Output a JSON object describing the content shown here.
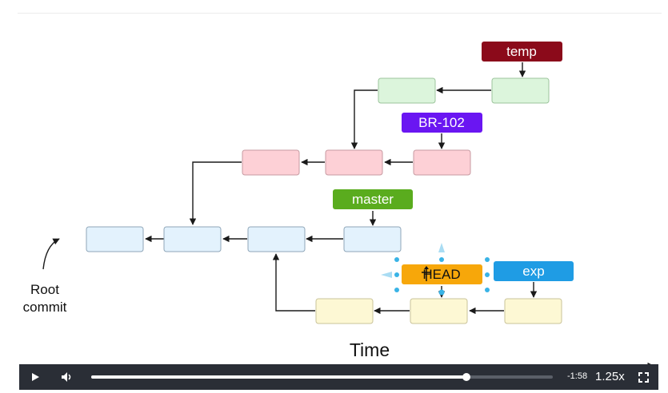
{
  "diagram": {
    "labels": {
      "temp": "temp",
      "br102": "BR-102",
      "master": "master",
      "exp": "exp",
      "head": "HEAD"
    },
    "colors": {
      "temp": "#8b0a1a",
      "br102": "#6a16f2",
      "master": "#5aac1e",
      "exp": "#1f9ce4",
      "head": "#f7a70a"
    },
    "root_note_line1": "Root",
    "root_note_line2": "commit",
    "axis_label": "Time"
  },
  "player": {
    "play_icon": "play-icon",
    "volume_icon": "volume-icon",
    "progress": 0.813,
    "time_remaining": "-1:58",
    "playback_rate": "1.25x",
    "fullscreen_icon": "fullscreen-icon"
  }
}
